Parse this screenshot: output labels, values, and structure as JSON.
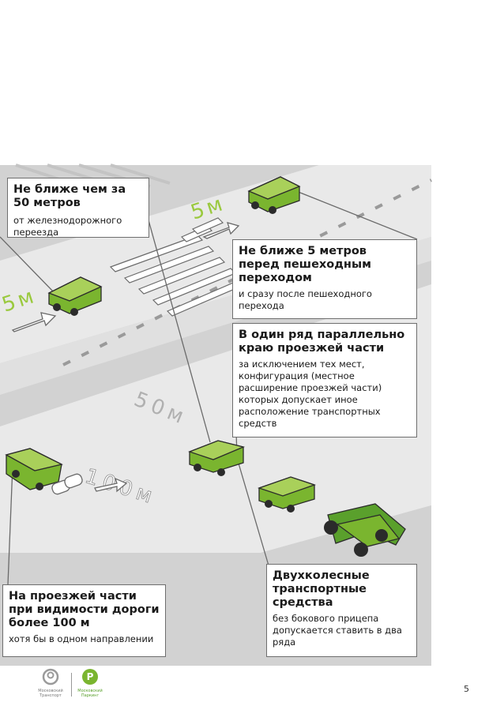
{
  "callouts": {
    "railway": {
      "title": "Не ближе  чем за 50 метров",
      "text": "от железнодорожного переезда"
    },
    "crossing": {
      "title": "Не ближе 5 метров перед пешеходным переходом",
      "text": "и сразу после пешеходного перехода"
    },
    "parallel": {
      "title": "В один ряд параллельно краю проезжей части",
      "text": "за исключением тех мест, конфигурация (местное расширение проезжей части) которых допускает иное расположение транспортных средств"
    },
    "visibility": {
      "title": "На проезжей части при видимости дороги более 100 м",
      "text": "хотя бы в одном направлении"
    },
    "twowheel": {
      "title": "Двухколесные транспортные средства",
      "text": "без бокового прицепа допускается ставить в два ряда"
    }
  },
  "road_labels": {
    "five_m_top": "5м",
    "five_m_left": "5м",
    "fifty_m": "50м",
    "hundred_m": "100м"
  },
  "footer": {
    "logo1_line1": "Московский",
    "logo1_line2": "Транспорт",
    "logo2_line1": "Московский",
    "logo2_line2": "Паркинг",
    "page": "5"
  },
  "colors": {
    "road": "#d2d2d2",
    "car_green": "#7ab52f",
    "car_light": "#a9d05a",
    "accent": "#5aa02c"
  }
}
